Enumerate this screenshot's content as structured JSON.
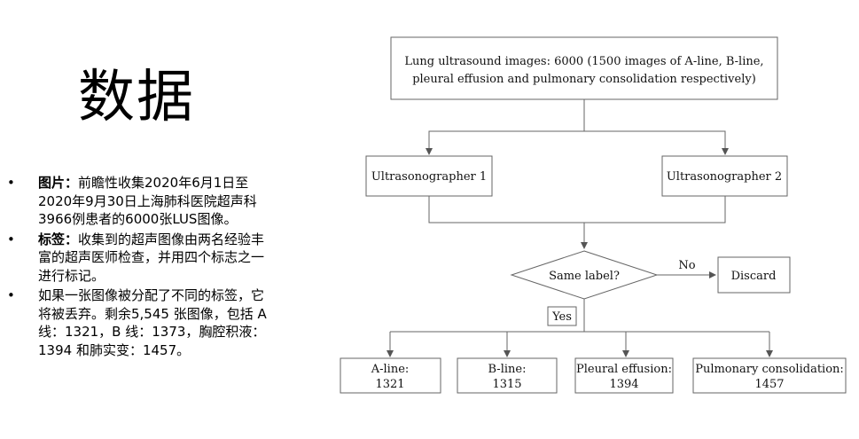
{
  "slide": {
    "title": "数据",
    "bullets": [
      {
        "marker": "•",
        "label": "图片：",
        "text": "前瞻性收集2020年6月1日至2020年9月30日上海肺科医院超声科3966例患者的6000张LUS图像。"
      },
      {
        "marker": "•",
        "label": "标签：",
        "text": "收集到的超声图像由两名经验丰富的超声医师检查，并用四个标志之一进行标记。"
      },
      {
        "marker": "•",
        "label": "",
        "text": "如果一张图像被分配了不同的标签，它将被丢弃。剩余5,545 张图像，包括 A 线：1321，B 线：1373，胸腔积液：1394 和肺实变：1457。"
      }
    ]
  },
  "flowchart": {
    "top_line1": "Lung ultrasound images: 6000 (1500 images of A-line, B-line,",
    "top_line2": "pleural effusion and pulmonary consolidation respectively)",
    "sono1": "Ultrasonographer 1",
    "sono2": "Ultrasonographer 2",
    "decision": "Same label?",
    "no_label": "No",
    "discard": "Discard",
    "yes_label": "Yes",
    "results": [
      {
        "name": "A-line:",
        "count": "1321"
      },
      {
        "name": "B-line:",
        "count": "1315"
      },
      {
        "name": "Pleural effusion:",
        "count": "1394"
      },
      {
        "name": "Pulmonary consolidation:",
        "count": "1457"
      }
    ]
  }
}
